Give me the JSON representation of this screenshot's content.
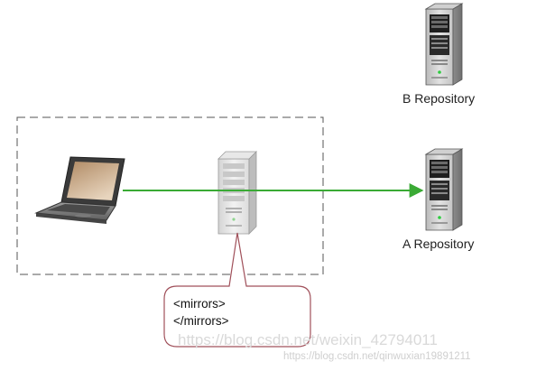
{
  "nodes": {
    "b_repository": {
      "label": "B Repository"
    },
    "a_repository": {
      "label": "A Repository"
    }
  },
  "callout": {
    "line1": "<mirrors>",
    "line2": "</mirrors>"
  },
  "watermarks": {
    "primary": "https://blog.csdn.net/weixin_42794011",
    "secondary": "https://blog.csdn.net/qinwuxian19891211"
  },
  "colors": {
    "arrow": "#3aaa35",
    "callout_border": "#a0505a",
    "group_border": "#555555"
  }
}
